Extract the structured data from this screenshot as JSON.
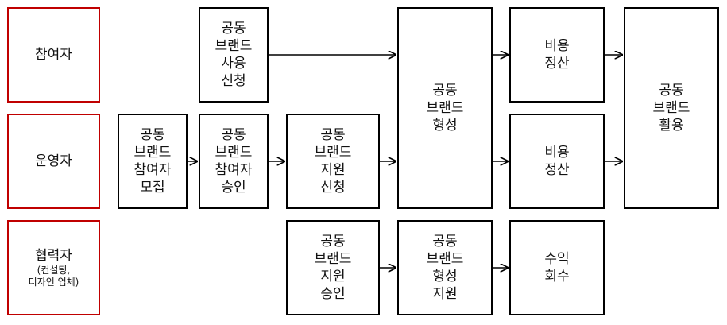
{
  "roles": {
    "participant": "참여자",
    "operator": "운영자",
    "partner": "협력자",
    "partner_note": "(컨설팅,\n디자인 업체)"
  },
  "steps": {
    "recruit": "공동\n브랜드\n참여자\n모집",
    "apply_use": "공동\n브랜드\n사용\n신청",
    "approve_participant": "공동\n브랜드\n참여자\n승인",
    "apply_support": "공동\n브랜드\n지원\n신청",
    "approve_support": "공동\n브랜드\n지원\n승인",
    "form_brand": "공동\n브랜드\n형성",
    "form_support": "공동\n브랜드\n형성\n지원",
    "settle_participant": "비용\n정산",
    "settle_operator": "비용\n정산",
    "revenue": "수익\n회수",
    "utilize": "공동\n브랜드\n활용"
  }
}
